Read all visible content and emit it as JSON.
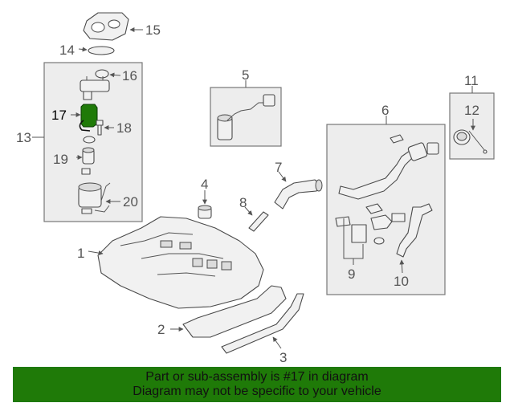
{
  "diagram": {
    "callouts": [
      "1",
      "2",
      "3",
      "4",
      "5",
      "6",
      "7",
      "8",
      "9",
      "10",
      "11",
      "12",
      "13",
      "14",
      "15",
      "16",
      "17",
      "18",
      "19",
      "20"
    ],
    "highlighted": "17",
    "highlight_color": "#1f7a08"
  },
  "banner": {
    "line1": "Part or sub-assembly is #17 in diagram",
    "line2": "Diagram may not be specific to your vehicle",
    "background": "#1f7a08"
  }
}
